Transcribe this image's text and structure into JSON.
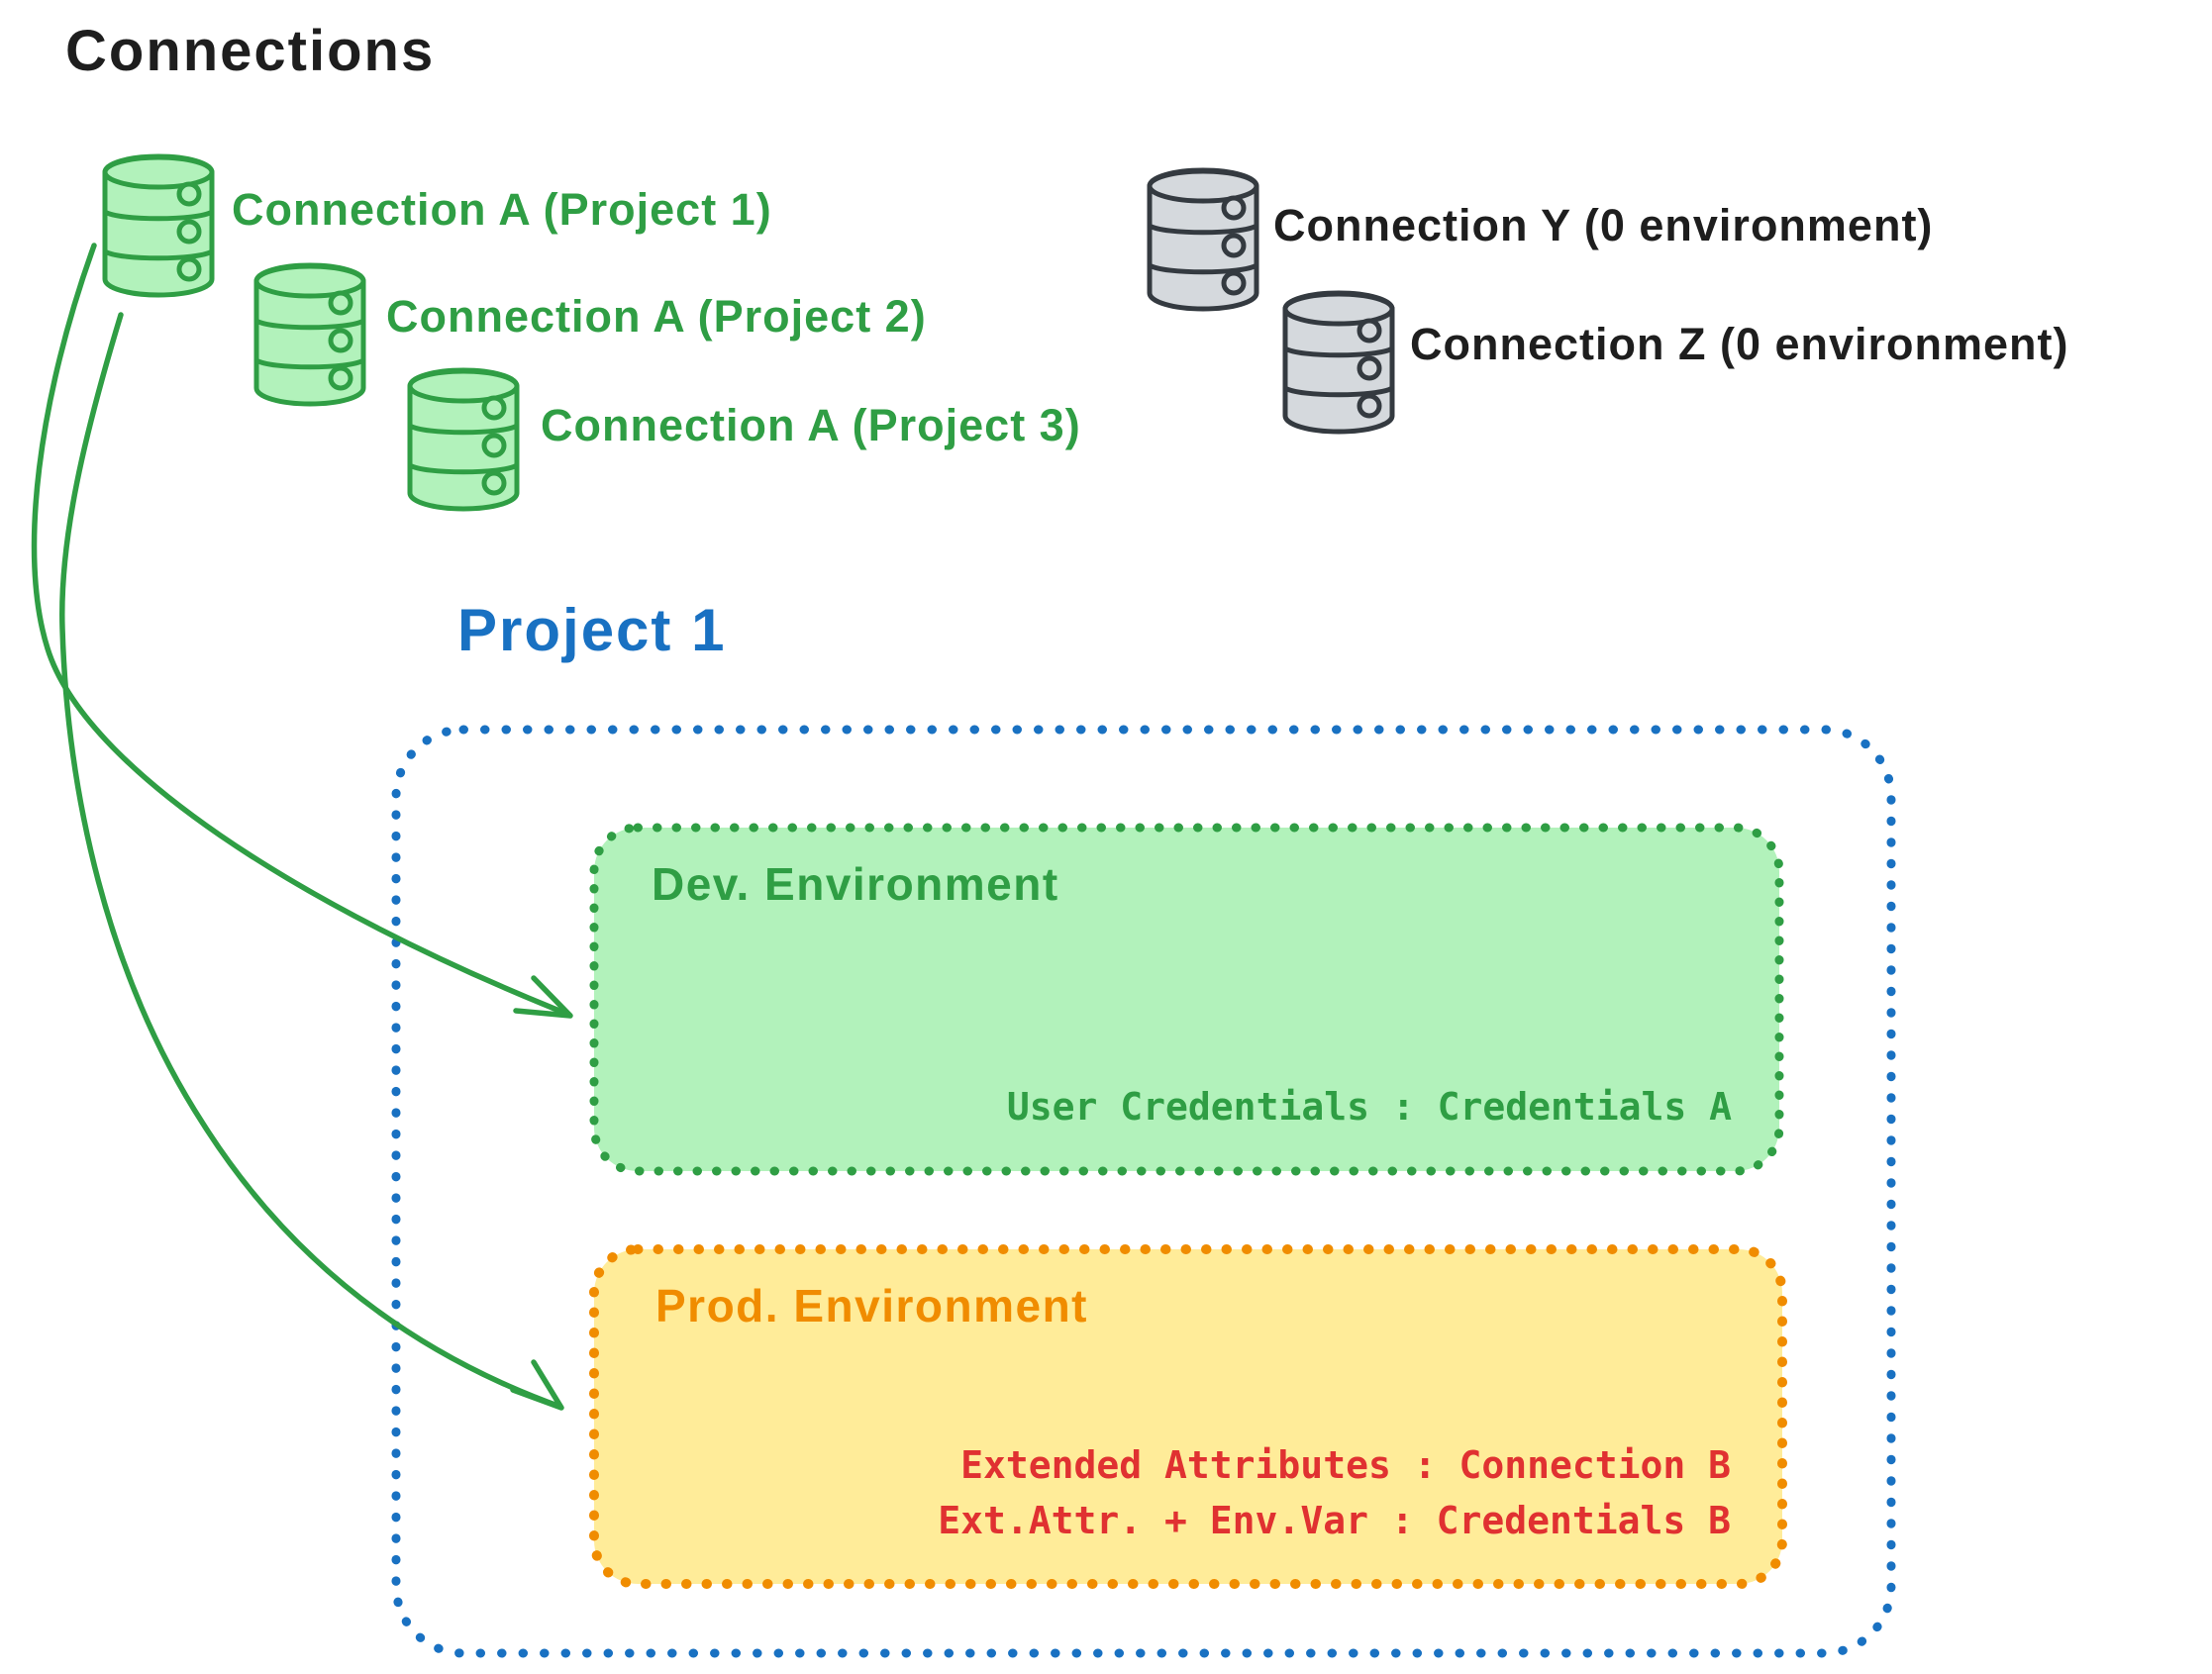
{
  "palette": {
    "green": "#2f9e44",
    "green-light": "#b2f2bb",
    "blue": "#1971c2",
    "orange": "#f08c00",
    "yellow-light": "#ffec99",
    "red": "#e03131",
    "ink": "#1e1e1e",
    "gray-light": "#d5d9dd",
    "gray-ink": "#343a40"
  },
  "title": "Connections",
  "connections": {
    "shared": [
      {
        "icon": "database-icon",
        "label": "Connection A (Project 1)"
      },
      {
        "icon": "database-icon",
        "label": "Connection A (Project 2)"
      },
      {
        "icon": "database-icon",
        "label": "Connection A (Project 3)"
      }
    ],
    "unassigned": [
      {
        "icon": "database-icon",
        "label": "Connection Y (0 environment)"
      },
      {
        "icon": "database-icon",
        "label": "Connection Z (0 environment)"
      }
    ]
  },
  "project": {
    "title": "Project 1",
    "environments": [
      {
        "name": "Dev. Environment",
        "mappings": [
          "User Credentials : Credentials A"
        ]
      },
      {
        "name": "Prod. Environment",
        "mappings": [
          "Extended Attributes : Connection B",
          "Ext.Attr. + Env.Var : Credentials B"
        ]
      }
    ]
  }
}
